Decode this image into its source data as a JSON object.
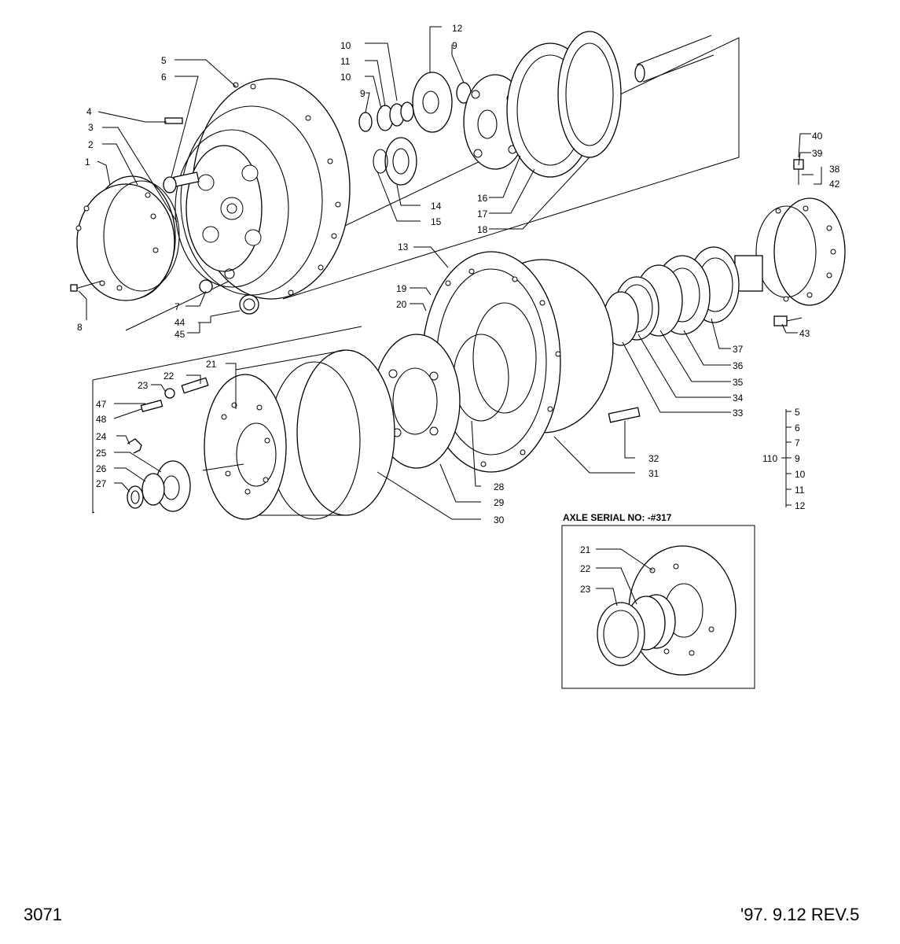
{
  "footer": {
    "page_number": "3071",
    "revision": "'97. 9.12  REV.5"
  },
  "inset": {
    "title": "AXLE SERIAL NO: -#317",
    "callouts": [
      "21",
      "22",
      "23"
    ]
  },
  "group_110": {
    "label": "110",
    "items": [
      "5",
      "6",
      "7",
      "9",
      "10",
      "11",
      "12"
    ]
  },
  "callouts": {
    "c1": "1",
    "c2": "2",
    "c3": "3",
    "c4": "4",
    "c5": "5",
    "c6": "6",
    "c7": "7",
    "c8": "8",
    "c9a": "9",
    "c9b": "9",
    "c10a": "10",
    "c10b": "10",
    "c11": "11",
    "c12": "12",
    "c13": "13",
    "c14": "14",
    "c15": "15",
    "c16": "16",
    "c17": "17",
    "c18": "18",
    "c19": "19",
    "c20": "20",
    "c21": "21",
    "c22": "22",
    "c23": "23",
    "c24": "24",
    "c25": "25",
    "c26": "26",
    "c27": "27",
    "c28": "28",
    "c29": "29",
    "c30": "30",
    "c31": "31",
    "c32": "32",
    "c33": "33",
    "c34": "34",
    "c35": "35",
    "c36": "36",
    "c37": "37",
    "c38": "38",
    "c39": "39",
    "c40": "40",
    "c42": "42",
    "c43": "43",
    "c44": "44",
    "c45": "45",
    "c47": "47",
    "c48": "48"
  }
}
